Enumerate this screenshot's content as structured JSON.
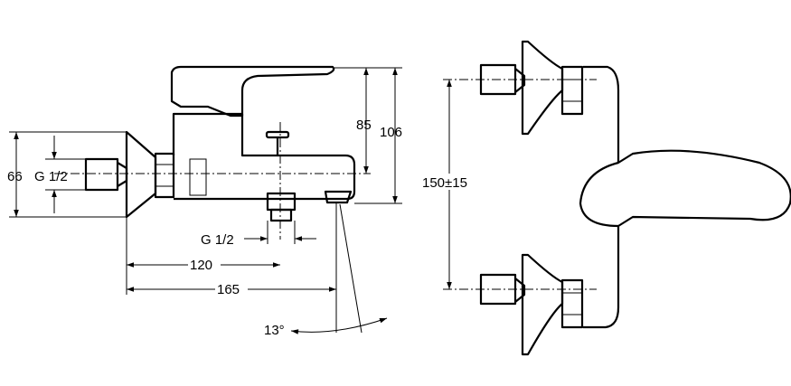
{
  "drawing": {
    "side_view": {
      "dim_height_flange": "66",
      "dim_inlet_thread": "G 1/2",
      "dim_lever_to_axis": "85",
      "dim_total_height": "106",
      "dim_outlet_thread": "G 1/2",
      "dim_outlet_projection": "120",
      "dim_spout_projection": "165",
      "dim_spout_angle": "13°"
    },
    "front_view": {
      "dim_inlet_spacing": "150±15"
    }
  }
}
